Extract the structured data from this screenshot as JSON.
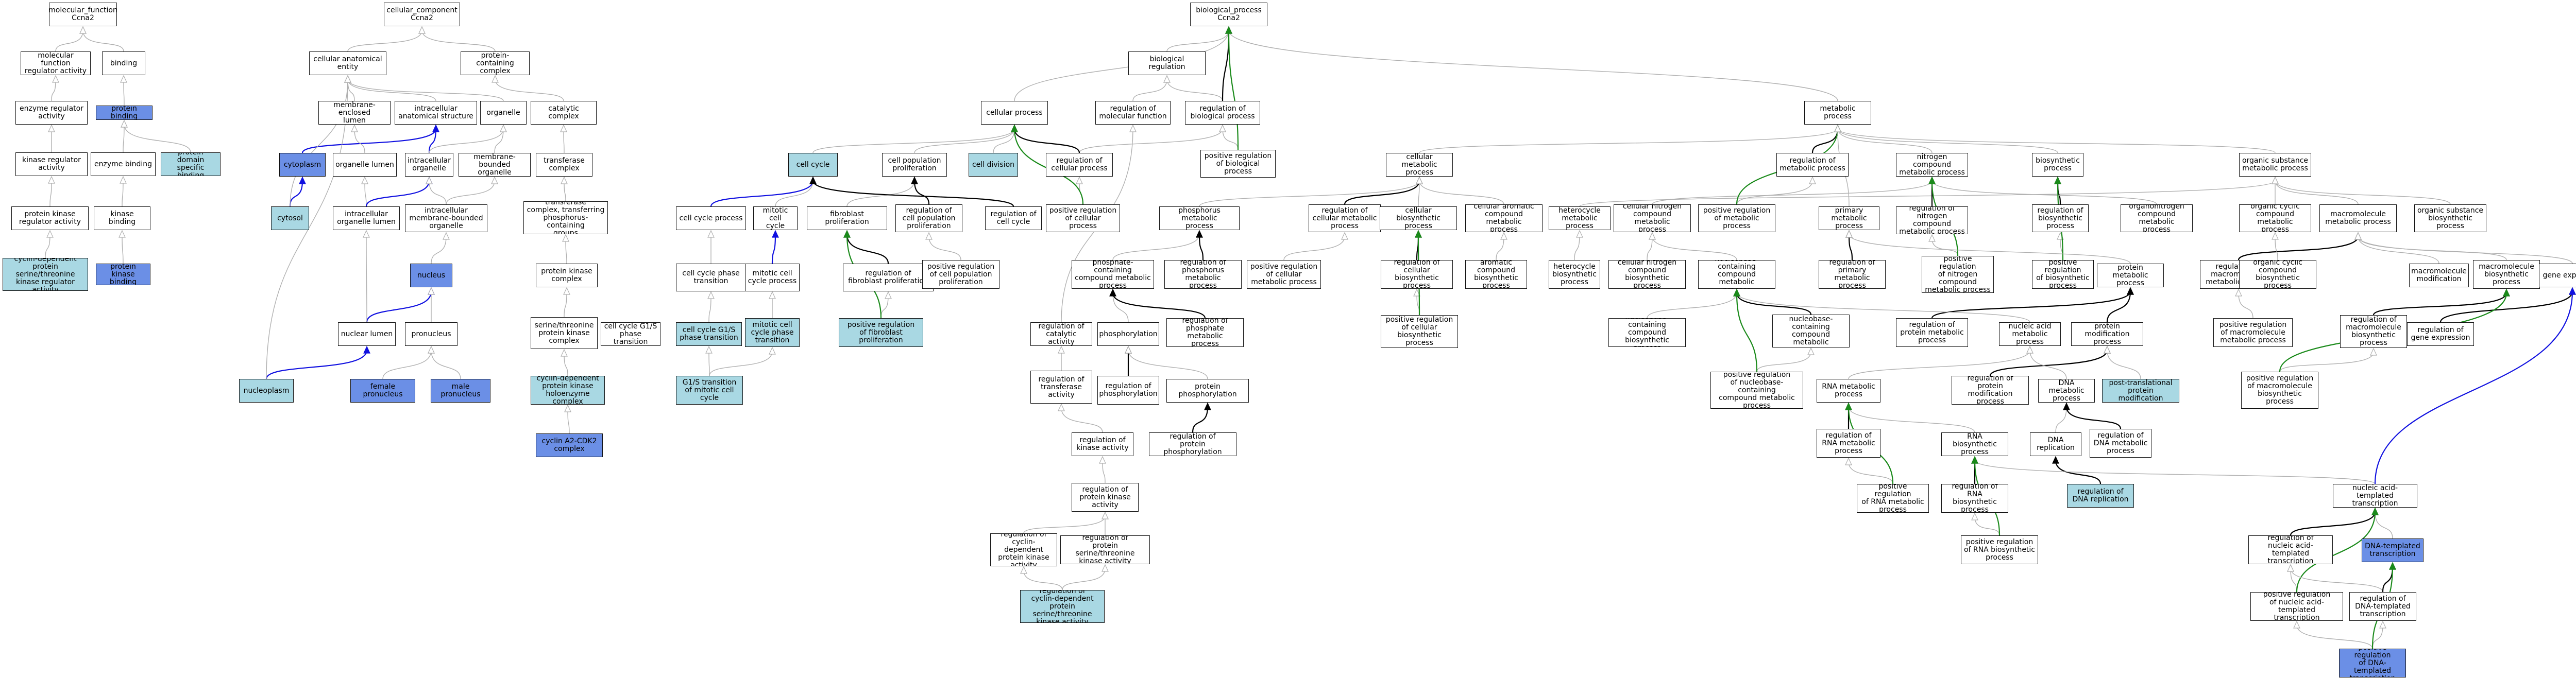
{
  "colors": {
    "ancestor_fill": "#a9d8e3",
    "highlight_fill": "#6b8fe6",
    "edge_is_a": "#b0b0b0",
    "edge_part_of": "#1010e0",
    "edge_regulates": "#000000",
    "edge_positively_regulates": "#1a8a1a"
  },
  "nodes": {
    "n_mf": {
      "label": "molecular_function\nCcna2"
    },
    "n_mfra": {
      "label": "molecular function\nregulator activity"
    },
    "n_binding": {
      "label": "binding"
    },
    "n_era": {
      "label": "enzyme regulator\nactivity"
    },
    "n_protbind": {
      "label": "protein binding"
    },
    "n_kra": {
      "label": "kinase regulator\nactivity"
    },
    "n_enzbind": {
      "label": "enzyme binding"
    },
    "n_pdsb": {
      "label": "protein domain\nspecific binding"
    },
    "n_pkra": {
      "label": "protein kinase\nregulator activity"
    },
    "n_kinbind": {
      "label": "kinase binding"
    },
    "n_cdkra": {
      "label": "cyclin-dependent\nprotein serine/threonine\nkinase regulator\nactivity"
    },
    "n_pkbind": {
      "label": "protein kinase\nbinding"
    },
    "n_cc": {
      "label": "cellular_component\nCcna2"
    },
    "n_cae": {
      "label": "cellular anatomical\nentity"
    },
    "n_pcc": {
      "label": "protein-containing\ncomplex"
    },
    "n_mel": {
      "label": "membrane-enclosed\nlumen"
    },
    "n_ias": {
      "label": "intracellular\nanatomical structure"
    },
    "n_organelle": {
      "label": "organelle"
    },
    "n_catcomp": {
      "label": "catalytic complex"
    },
    "n_cytoplasm": {
      "label": "cytoplasm"
    },
    "n_ollumen": {
      "label": "organelle lumen"
    },
    "n_intorg": {
      "label": "intracellular\norganelle"
    },
    "n_mbo": {
      "label": "membrane-bounded\norganelle"
    },
    "n_transcomp": {
      "label": "transferase\ncomplex"
    },
    "n_cytosol": {
      "label": "cytosol"
    },
    "n_iol": {
      "label": "intracellular\norganelle lumen"
    },
    "n_imbo": {
      "label": "intracellular\nmembrane-bounded\norganelle"
    },
    "n_tcpg": {
      "label": "transferase\ncomplex, transferring\nphosphorus-containing\ngroups"
    },
    "n_nucleus": {
      "label": "nucleus"
    },
    "n_pkc": {
      "label": "protein kinase\ncomplex"
    },
    "n_nuclumen": {
      "label": "nuclear lumen"
    },
    "n_pronucleus": {
      "label": "pronucleus"
    },
    "n_stpkc": {
      "label": "serine/threonine\nprotein kinase\ncomplex"
    },
    "n_nucleoplasm": {
      "label": "nucleoplasm"
    },
    "n_fpron": {
      "label": "female pronucleus"
    },
    "n_mpron": {
      "label": "male pronucleus"
    },
    "n_cdpkhc": {
      "label": "cyclin-dependent\nprotein kinase\nholoenzyme complex"
    },
    "n_cyca2": {
      "label": "cyclin A2-CDK2\ncomplex"
    },
    "n_bp": {
      "label": "biological_process\nCcna2"
    },
    "n_bioreg": {
      "label": "biological regulation"
    },
    "n_rmf": {
      "label": "regulation of\nmolecular function"
    },
    "n_rbp": {
      "label": "regulation of\nbiological process"
    },
    "n_cellproc": {
      "label": "cellular process"
    },
    "n_metproc": {
      "label": "metabolic process"
    },
    "n_cellcycle": {
      "label": "cell cycle"
    },
    "n_cpp": {
      "label": "cell population\nproliferation"
    },
    "n_celldiv": {
      "label": "cell division"
    },
    "n_rcp": {
      "label": "regulation of\ncellular process"
    },
    "n_prbp": {
      "label": "positive regulation\nof biological\nprocess"
    },
    "n_cmp": {
      "label": "cellular metabolic\nprocess"
    },
    "n_rmp": {
      "label": "regulation of\nmetabolic process"
    },
    "n_ncmp": {
      "label": "nitrogen compound\nmetabolic process"
    },
    "n_biosyn": {
      "label": "biosynthetic\nprocess"
    },
    "n_osmp": {
      "label": "organic substance\nmetabolic process"
    },
    "n_ccproc": {
      "label": "cell cycle process"
    },
    "n_mcc": {
      "label": "mitotic cell\ncycle"
    },
    "n_fibprol": {
      "label": "fibroblast proliferation"
    },
    "n_rcpp": {
      "label": "regulation of\ncell population\nproliferation"
    },
    "n_rcc": {
      "label": "regulation of\ncell cycle"
    },
    "n_prcp": {
      "label": "positive regulation\nof cellular\nprocess"
    },
    "n_phosmp": {
      "label": "phosphorus metabolic\nprocess"
    },
    "n_rcmp": {
      "label": "regulation of\ncellular metabolic\nprocess"
    },
    "n_cbp": {
      "label": "cellular biosynthetic\nprocess"
    },
    "n_camp": {
      "label": "cellular aromatic\ncompound metabolic\nprocess"
    },
    "n_hmp": {
      "label": "heterocycle\nmetabolic process"
    },
    "n_cncmp": {
      "label": "cellular nitrogen\ncompound metabolic\nprocess"
    },
    "n_prmp": {
      "label": "positive regulation\nof metabolic\nprocess"
    },
    "n_pmp": {
      "label": "primary metabolic\nprocess"
    },
    "n_rncmp": {
      "label": "regulation of\nnitrogen compound\nmetabolic process"
    },
    "n_rbsp": {
      "label": "regulation of\nbiosynthetic\nprocess"
    },
    "n_oncmp": {
      "label": "organonitrogen\ncompound metabolic\nprocess"
    },
    "n_ocmp": {
      "label": "organic cyclic\ncompound metabolic\nprocess"
    },
    "n_macmp": {
      "label": "macromolecule\nmetabolic process"
    },
    "n_osbp": {
      "label": "organic substance\nbiosynthetic\nprocess"
    },
    "n_ccpt": {
      "label": "cell cycle phase\ntransition"
    },
    "n_mccp": {
      "label": "mitotic cell\ncycle process"
    },
    "n_rfp": {
      "label": "regulation of\nfibroblast proliferation"
    },
    "n_prcpp": {
      "label": "positive regulation\nof cell population\nproliferation"
    },
    "n_pcmp": {
      "label": "phosphate-containing\ncompound metabolic\nprocess"
    },
    "n_rphmp": {
      "label": "regulation of\nphosphorus metabolic\nprocess"
    },
    "n_prcmp": {
      "label": "positive regulation\nof cellular\nmetabolic process"
    },
    "n_rcbp": {
      "label": "regulation of\ncellular biosynthetic\nprocess"
    },
    "n_acbp": {
      "label": "aromatic compound\nbiosynthetic\nprocess"
    },
    "n_hbp": {
      "label": "heterocycle\nbiosynthetic\nprocess"
    },
    "n_cncbp": {
      "label": "cellular nitrogen\ncompound biosynthetic\nprocess"
    },
    "n_nbcmp": {
      "label": "nucleobase-containing\ncompound metabolic\nprocess"
    },
    "n_rpmp": {
      "label": "regulation of\nprimary metabolic\nprocess"
    },
    "n_prncmp": {
      "label": "positive regulation\nof nitrogen\ncompound\nmetabolic process"
    },
    "n_prbsp": {
      "label": "positive regulation\nof biosynthetic\nprocess"
    },
    "n_protmp": {
      "label": "protein metabolic\nprocess"
    },
    "n_rmacmp": {
      "label": "regulation of\nmacromolecule\nmetabolic process"
    },
    "n_ocbp": {
      "label": "organic cyclic\ncompound biosynthetic\nprocess"
    },
    "n_macmod": {
      "label": "macromolecule\nmodification"
    },
    "n_macbp": {
      "label": "macromolecule\nbiosynthetic\nprocess"
    },
    "n_geneexp": {
      "label": "gene expression"
    },
    "n_cellcycleg1s": {
      "label": "cell cycle G1/S\nphase transition"
    },
    "n_g1sphase": {
      "label": "cell cycle G1/S\nphase transition"
    },
    "n_mitoticg1s": {
      "label": "mitotic cell\ncycle phase\ntransition"
    },
    "n_prfp": {
      "label": "positive regulation\nof fibroblast\nproliferation"
    },
    "n_rca": {
      "label": "regulation of\ncatalytic activity"
    },
    "n_phosphorylation": {
      "label": "phosphorylation"
    },
    "n_rpcmp": {
      "label": "regulation of\nphosphate metabolic\nprocess"
    },
    "n_prcbp": {
      "label": "positive regulation\nof cellular\nbiosynthetic\nprocess"
    },
    "n_nbcbp": {
      "label": "nucleobase-containing\ncompound biosynthetic\nprocess"
    },
    "n_rnbcmp": {
      "label": "regulation of\nnucleobase-containing\ncompound metabolic\nprocess"
    },
    "n_rprotmp": {
      "label": "regulation of\nprotein metabolic\nprocess"
    },
    "n_namp": {
      "label": "nucleic acid\nmetabolic process"
    },
    "n_protmod": {
      "label": "protein modification\nprocess"
    },
    "n_prmacmp": {
      "label": "positive regulation\nof macromolecule\nmetabolic process"
    },
    "n_rmacbp": {
      "label": "regulation of\nmacromolecule\nbiosynthetic\nprocess"
    },
    "n_rge": {
      "label": "regulation of\ngene expression"
    },
    "n_g1smt": {
      "label": "G1/S transition\nof mitotic cell\ncycle"
    },
    "n_rta": {
      "label": "regulation of\ntransferase\nactivity"
    },
    "n_rphos": {
      "label": "regulation of\nphosphorylation"
    },
    "n_protphos": {
      "label": "protein phosphorylation"
    },
    "n_prnbcmp": {
      "label": "positive regulation\nof nucleobase-containing\ncompound metabolic\nprocess"
    },
    "n_rnamp": {
      "label": "RNA metabolic\nprocess"
    },
    "n_rpmodp": {
      "label": "regulation of\nprotein modification\nprocess"
    },
    "n_dnamp": {
      "label": "DNA metabolic\nprocess"
    },
    "n_ptpm": {
      "label": "post-translational\nprotein modification"
    },
    "n_prmacbp": {
      "label": "positive regulation\nof macromolecule\nbiosynthetic\nprocess"
    },
    "n_rka": {
      "label": "regulation of\nkinase activity"
    },
    "n_rpp": {
      "label": "regulation of\nprotein phosphorylation"
    },
    "n_rrnamp": {
      "label": "regulation of\nRNA metabolic\nprocess"
    },
    "n_rnabp": {
      "label": "RNA biosynthetic\nprocess"
    },
    "n_dnarep": {
      "label": "DNA replication"
    },
    "n_rdnamp": {
      "label": "regulation of\nDNA metabolic\nprocess"
    },
    "n_rpka": {
      "label": "regulation of\nprotein kinase\nactivity"
    },
    "n_prrnamp": {
      "label": "positive regulation\nof RNA metabolic\nprocess"
    },
    "n_rrnabp": {
      "label": "regulation of\nRNA biosynthetic\nprocess"
    },
    "n_rdnarep": {
      "label": "regulation of\nDNA replication"
    },
    "n_natt": {
      "label": "nucleic acid-templated\ntranscription"
    },
    "n_rcdpk": {
      "label": "regulation of\ncyclin-dependent\nprotein kinase\nactivity"
    },
    "n_rpstka": {
      "label": "regulation of\nprotein serine/threonine\nkinase activity"
    },
    "n_prrnabp": {
      "label": "positive regulation\nof RNA biosynthetic\nprocess"
    },
    "n_rnatt": {
      "label": "regulation of\nnucleic acid-templated\ntranscription"
    },
    "n_dnatt": {
      "label": "DNA-templated\ntranscription"
    },
    "n_rcdpsk": {
      "label": "regulation of\ncyclin-dependent\nprotein serine/threonine\nkinase activity"
    },
    "n_prnatt": {
      "label": "positive regulation\nof nucleic acid-templated\ntranscription"
    },
    "n_rdnatt": {
      "label": "regulation of\nDNA-templated\ntranscription"
    },
    "n_prdnatt": {
      "label": "positive regulation\nof DNA-templated\ntranscription"
    }
  }
}
